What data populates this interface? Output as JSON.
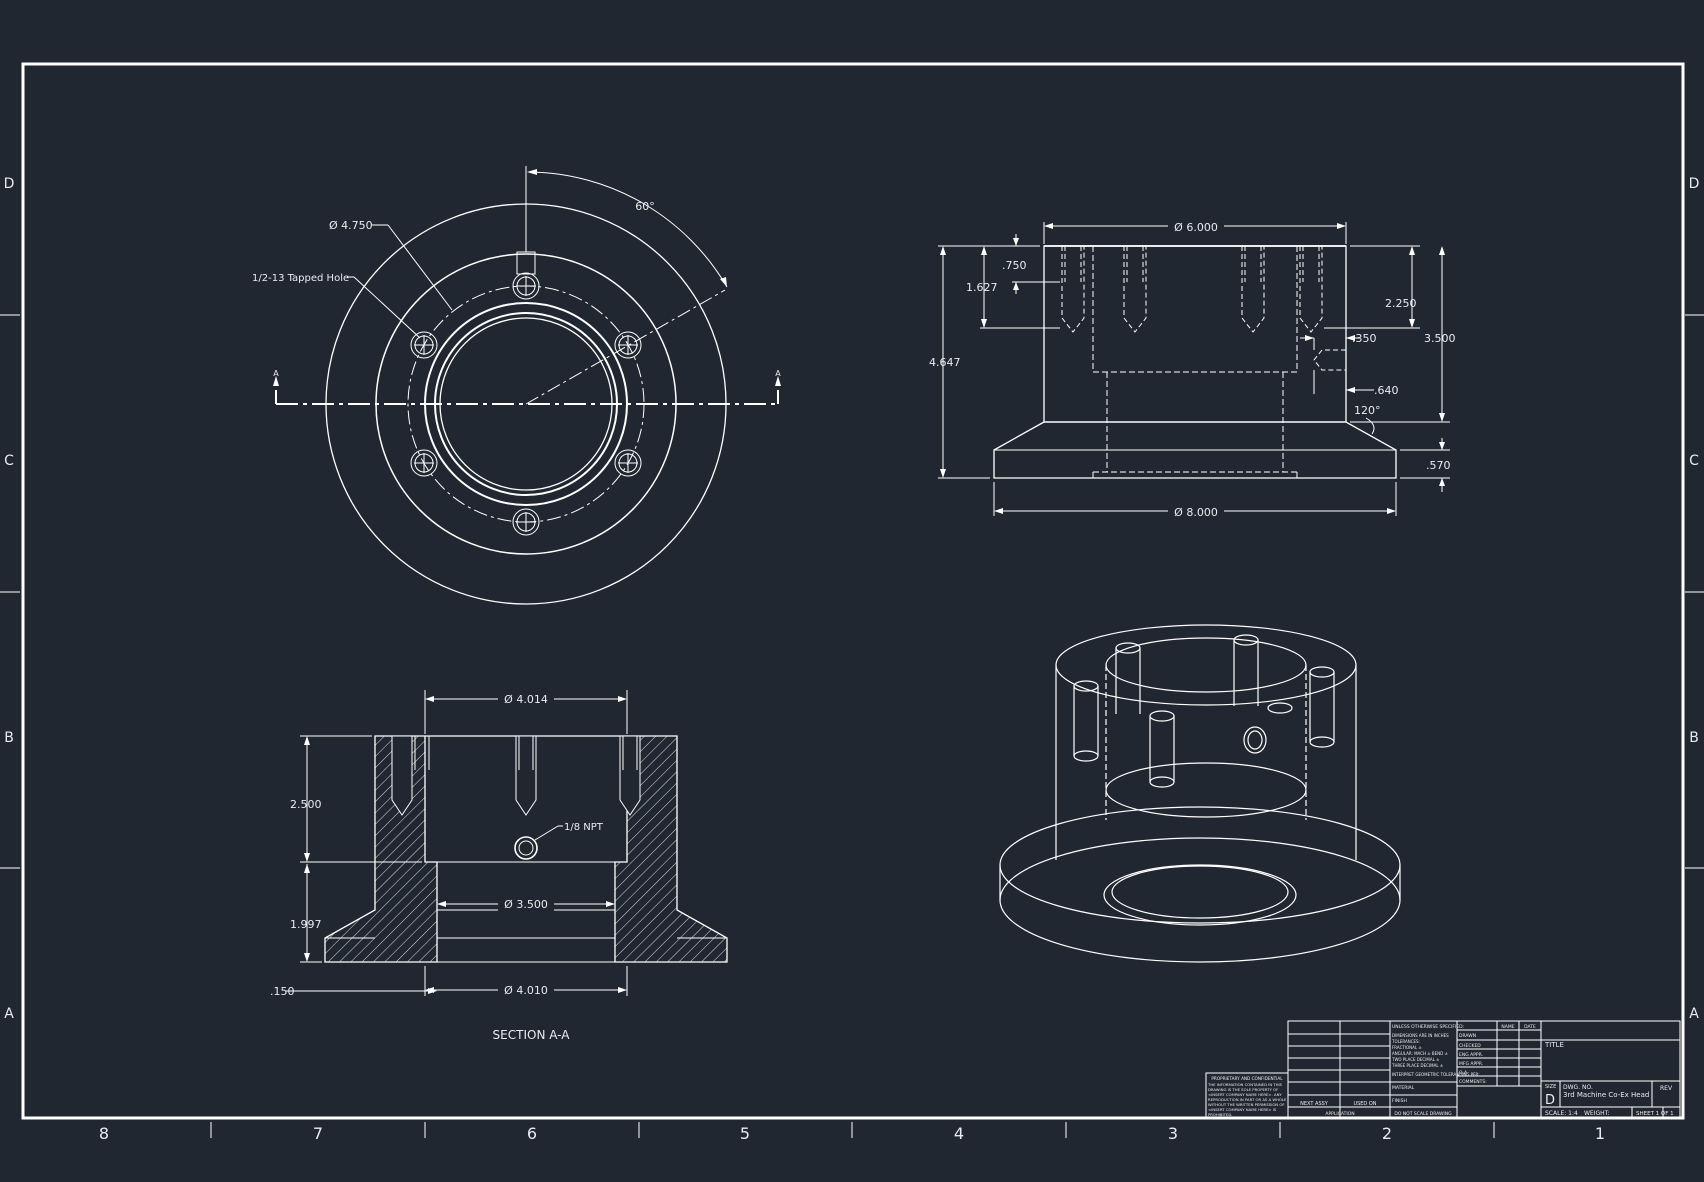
{
  "drawing": {
    "title_label": "TITLE",
    "title": "3rd Machine Co-Ex Head",
    "size_label": "SIZE",
    "size": "D",
    "dwg_no_label": "DWG. NO.",
    "rev_label": "REV",
    "scale_label": "SCALE: 1:4",
    "weight_label": "WEIGHT:",
    "sheet_label": "SHEET 1 OF 1",
    "colors": {
      "background": "#212730",
      "line": "#ffffff",
      "hatch": "#d9dde2"
    }
  },
  "zones": {
    "rows": [
      "D",
      "C",
      "B",
      "A"
    ],
    "cols": [
      "8",
      "7",
      "6",
      "5",
      "4",
      "3",
      "2",
      "1"
    ]
  },
  "top_view": {
    "dia_callout": "Ø 4.750",
    "hole_callout": "1/2-13 Tapped Hole",
    "angle": "60°",
    "section_mark": "A"
  },
  "front_view": {
    "width_top": "Ø 6.000",
    "d750": ".750",
    "d1627": "1.627",
    "d4647": "4.647",
    "d2250": "2.250",
    "d350": ".350",
    "d3500": "3.500",
    "d640": ".640",
    "angle120": "120°",
    "d570": ".570",
    "width_base": "Ø 8.000"
  },
  "section_view": {
    "dia_top": "Ø 4.014",
    "h2500": "2.500",
    "npt": "1/8 NPT",
    "h1997": "1.997",
    "dia_mid": "Ø 3.500",
    "h150": ".150",
    "dia_bottom": "Ø 4.010",
    "caption": "SECTION A-A"
  },
  "title_block": {
    "tolerance_header": "UNLESS OTHERWISE SPECIFIED:",
    "tol_lines": [
      "DIMENSIONS ARE IN INCHES",
      "TOLERANCES:",
      "FRACTIONAL ±",
      "ANGULAR: MACH ±  BEND ±",
      "TWO PLACE DECIMAL  ±",
      "THREE PLACE DECIMAL  ±"
    ],
    "interpret": "INTERPRET GEOMETRIC TOLERANCING PER:",
    "material": "MATERIAL",
    "finish": "FINISH",
    "do_not_scale": "DO NOT SCALE DRAWING",
    "application": "APPLICATION",
    "next_assy": "NEXT ASSY",
    "used_on": "USED ON",
    "col_name": "NAME",
    "col_date": "DATE",
    "rows": [
      "DRAWN",
      "CHECKED",
      "ENG APPR.",
      "MFG APPR.",
      "Q.A.",
      "COMMENTS:"
    ],
    "proprietary_title": "PROPRIETARY AND CONFIDENTIAL",
    "proprietary_lines": [
      "THE INFORMATION CONTAINED IN THIS",
      "DRAWING IS THE SOLE PROPERTY OF",
      "<INSERT COMPANY NAME HERE>. ANY",
      "REPRODUCTION IN PART OR AS A WHOLE",
      "WITHOUT THE WRITTEN PERMISSION OF",
      "<INSERT COMPANY NAME HERE> IS",
      "PROHIBITED."
    ]
  }
}
